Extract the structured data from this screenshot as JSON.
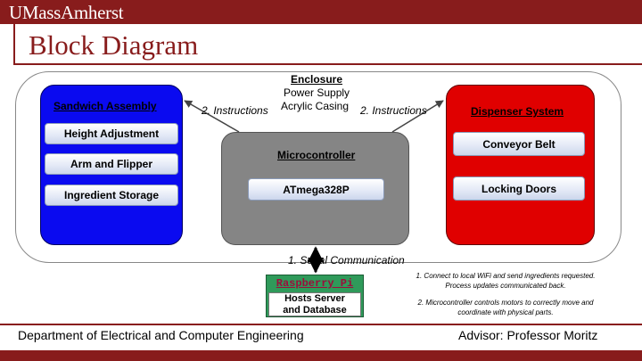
{
  "header": {
    "logo_text": "UMassAmherst",
    "page_title": "Block Diagram",
    "brand_color": "#881c1c"
  },
  "enclosure": {
    "label": "Enclosure",
    "items": [
      "Power Supply",
      "Acrylic Casing"
    ]
  },
  "sandwich_assembly": {
    "title": "Sandwich Assembly",
    "color": "#0a0af0",
    "components": [
      "Height Adjustment",
      "Arm and Flipper",
      "Ingredient Storage"
    ]
  },
  "microcontroller": {
    "title": "Microcontroller",
    "color": "#858585",
    "chip": "ATmega328P"
  },
  "dispenser_system": {
    "title": "Dispenser System",
    "color": "#e00000",
    "components": [
      "Conveyor Belt",
      "Locking Doors"
    ]
  },
  "connections": {
    "left_instructions": "2. Instructions",
    "right_instructions": "2. Instructions",
    "serial": "1. Serial Communication"
  },
  "raspberry_pi": {
    "title": "Raspberry Pi",
    "role_line1": "Hosts Server",
    "role_line2": "and Database",
    "color": "#2f9a5a"
  },
  "notes": {
    "note1_line1": "1. Connect to local WiFi and send ingredients requested.",
    "note1_line2": "Process updates communicated back.",
    "note2_line1": "2. Microcontroller controls motors to correctly move and",
    "note2_line2": "coordinate with physical parts."
  },
  "footer": {
    "department": "Department of Electrical and Computer Engineering",
    "advisor": "Advisor: Professor Moritz"
  }
}
